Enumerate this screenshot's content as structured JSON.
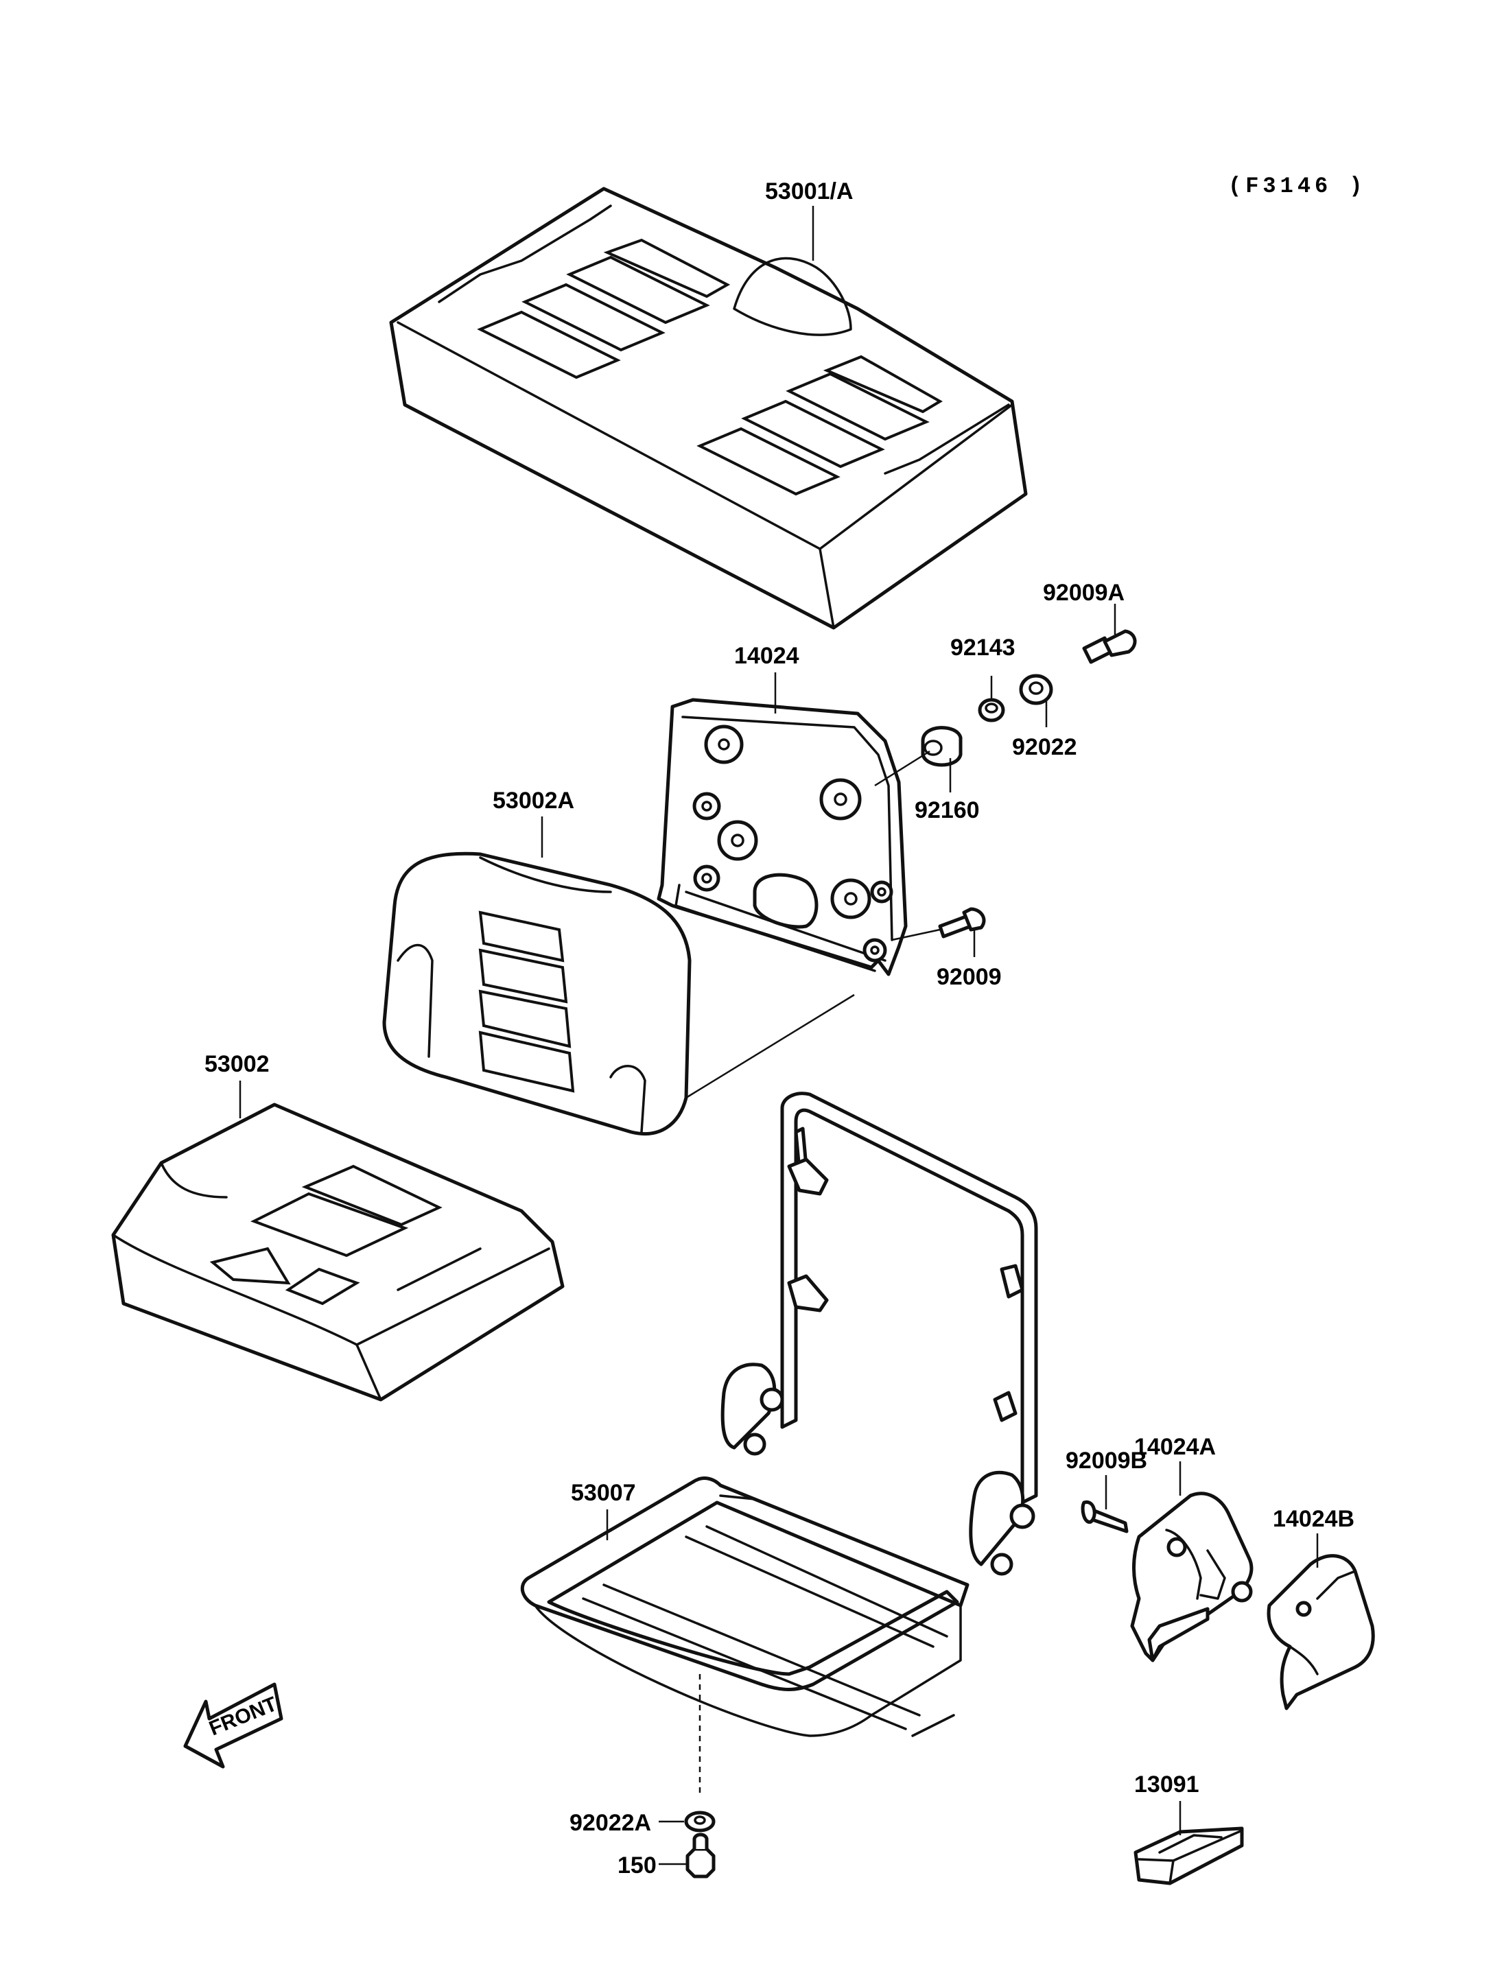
{
  "diagram": {
    "reference_code": "(F3146 )",
    "front_label": "FRONT",
    "parts": {
      "p53001a": "53001/A",
      "p92009a": "92009A",
      "p92143": "92143",
      "p92022": "92022",
      "p14024": "14024",
      "p92160": "92160",
      "p53002a": "53002A",
      "p92009": "92009",
      "p53002": "53002",
      "p14024a": "14024A",
      "p92009b": "92009B",
      "p14024b": "14024B",
      "p53007": "53007",
      "p92022a": "92022A",
      "p150": "150",
      "p13091": "13091"
    }
  }
}
